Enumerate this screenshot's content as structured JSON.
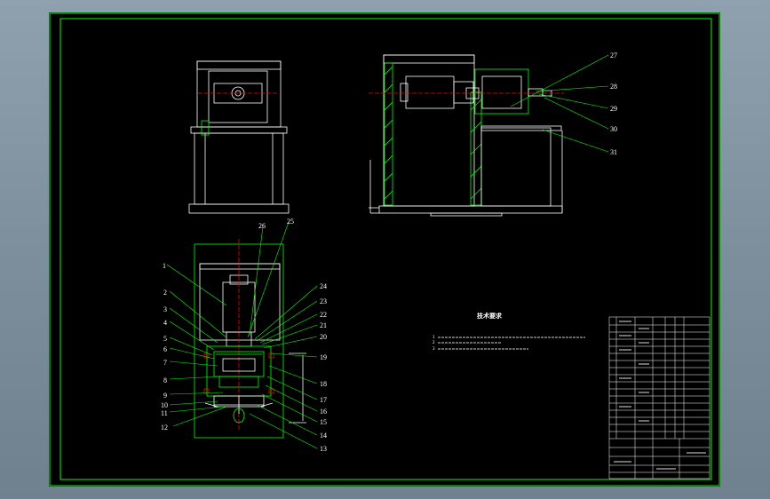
{
  "colors": {
    "background": "#000000",
    "border": "#00ff00",
    "outline": "#ffffff",
    "section": "#00ff00",
    "centerline": "#ff0000",
    "desktop": "#7d8f9c"
  },
  "views": {
    "front_view": "Front elevation",
    "side_view": "Side elevation with motor and arm",
    "section_view": "Sectioned assembly view"
  },
  "notes": {
    "heading": "技术要求",
    "lines": [
      "1",
      "2",
      "3"
    ]
  },
  "callouts_left": [
    "1",
    "2",
    "3",
    "4",
    "5",
    "6",
    "7",
    "8",
    "9",
    "10",
    "11",
    "12"
  ],
  "callouts_right": [
    "26",
    "25",
    "24",
    "23",
    "22",
    "21",
    "20",
    "19",
    "18",
    "17",
    "16",
    "15",
    "14",
    "13"
  ],
  "callouts_side": [
    "27",
    "28",
    "29",
    "30",
    "31"
  ]
}
